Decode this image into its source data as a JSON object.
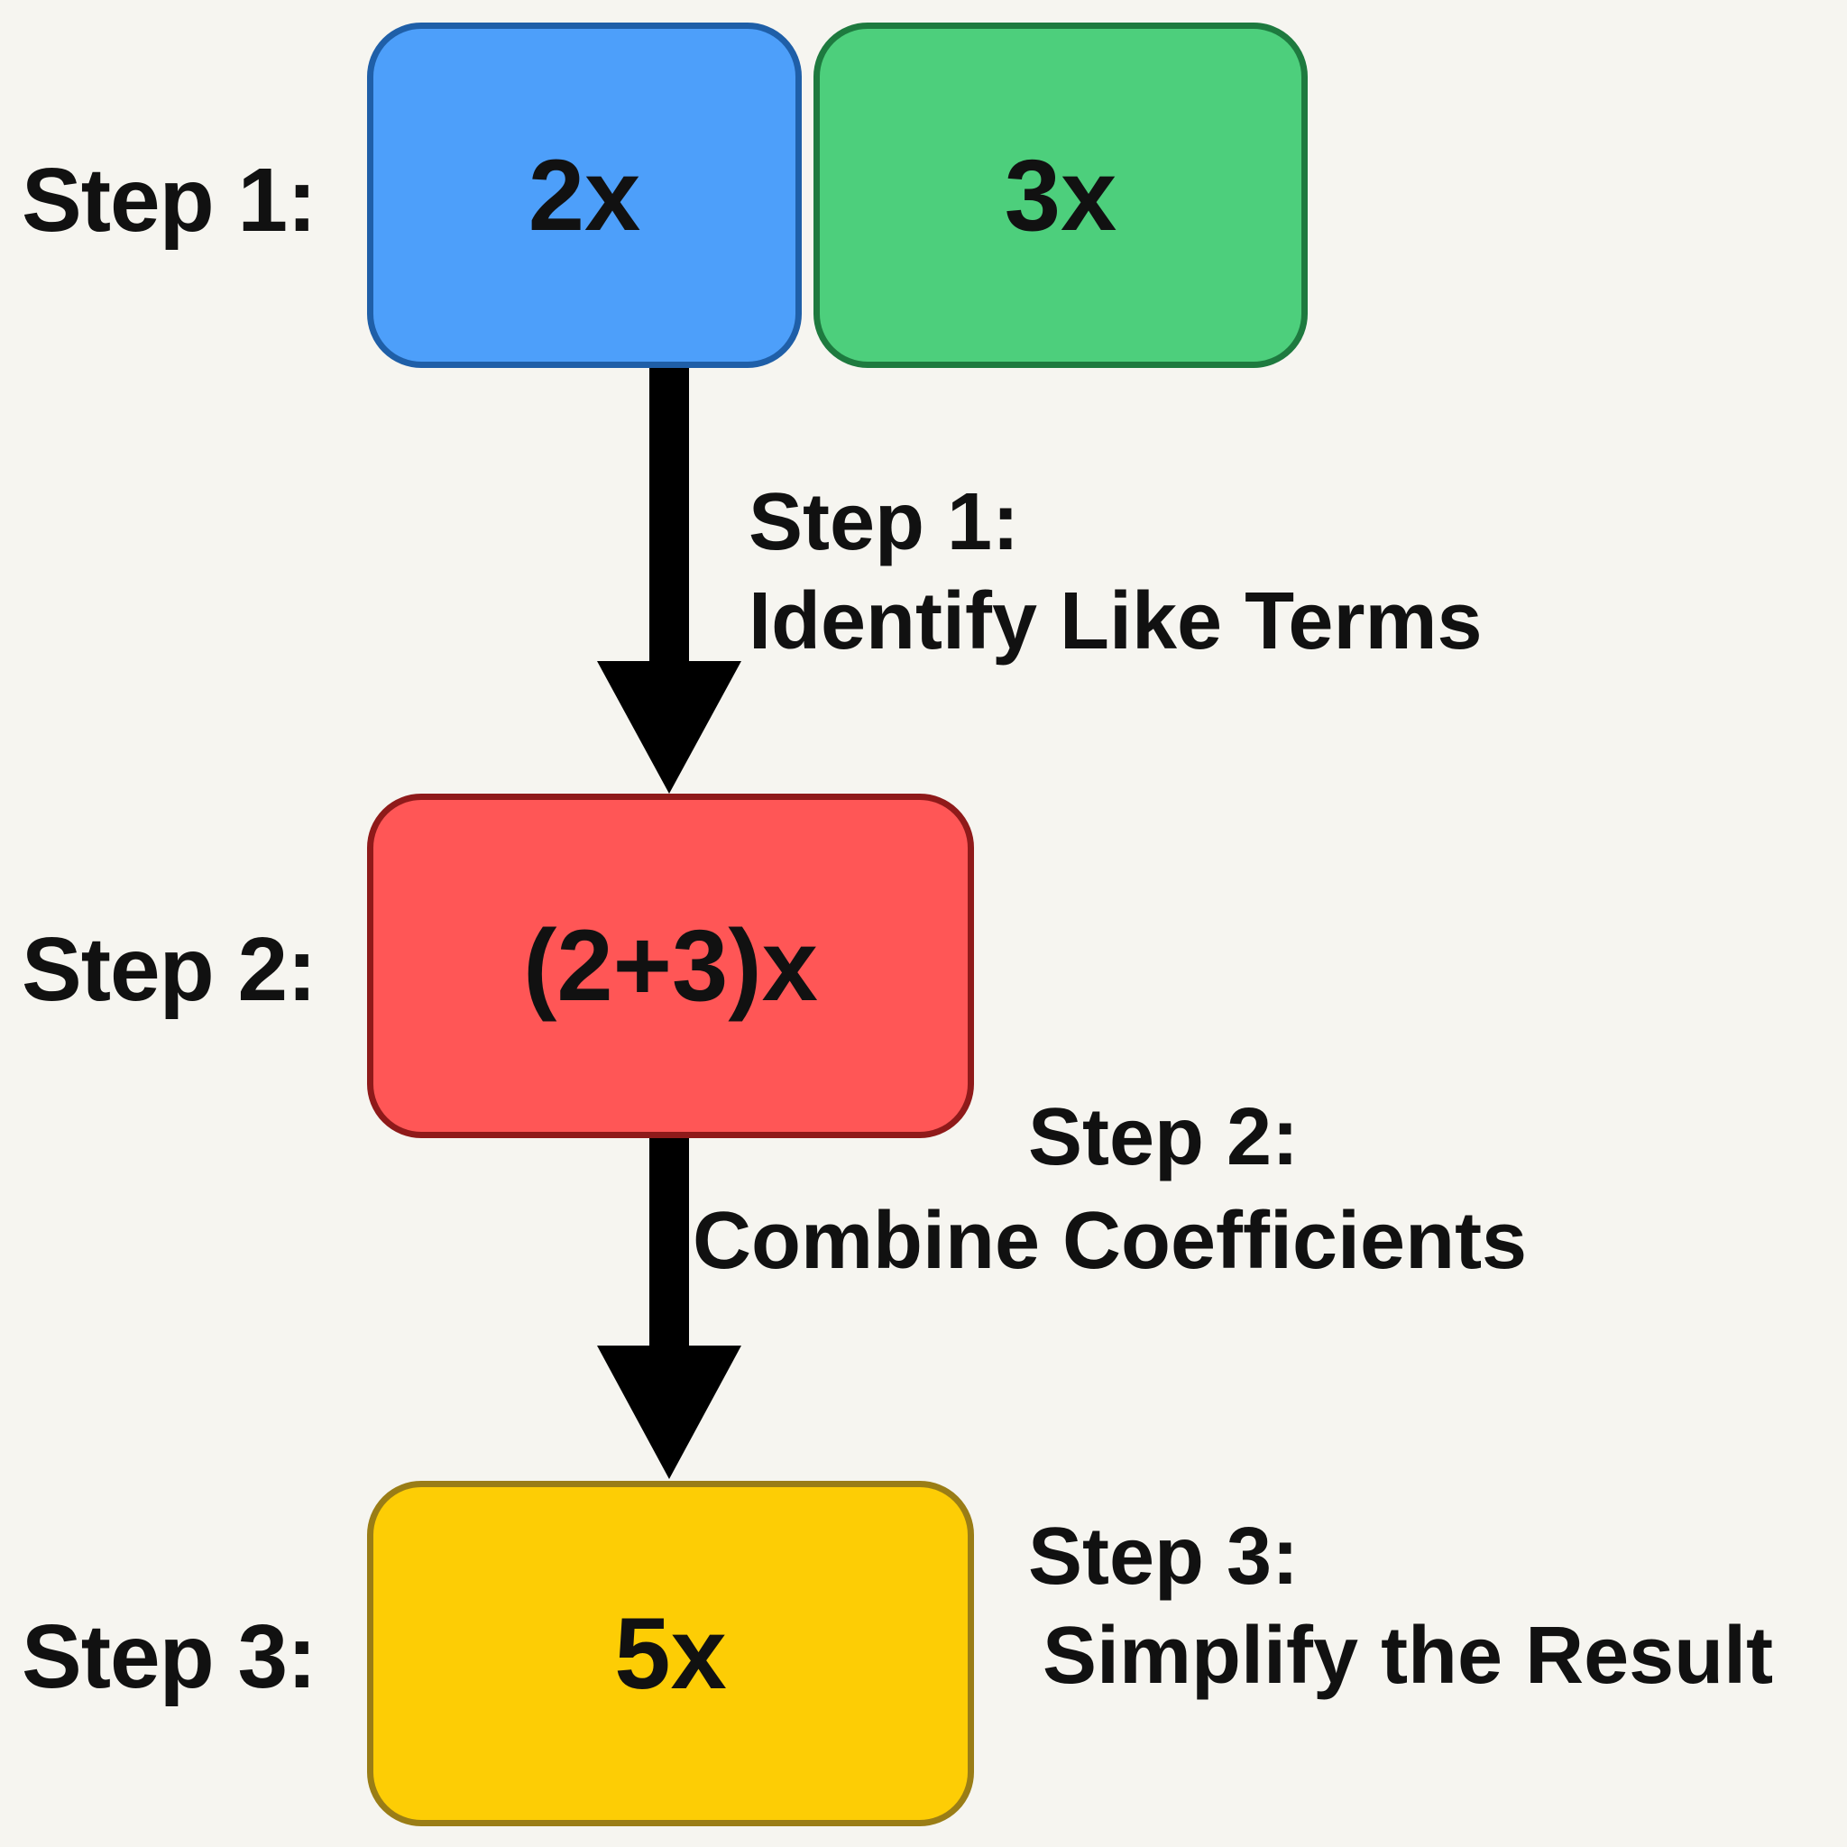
{
  "steps": [
    {
      "label": "Step 1:",
      "boxes": [
        {
          "text": "2x",
          "fill": "#4d9ffa",
          "border": "#1f5fa8"
        },
        {
          "text": "3x",
          "fill": "#4dcf7c",
          "border": "#1e7a3f"
        }
      ],
      "annotation_title": "Step 1:",
      "annotation_text": "Identify Like Terms"
    },
    {
      "label": "Step 2:",
      "boxes": [
        {
          "text": "(2+3)x",
          "fill": "#ff5656",
          "border": "#8f1a1a"
        }
      ],
      "annotation_title": "Step 2:",
      "annotation_text": "Combine Coefficients"
    },
    {
      "label": "Step 3:",
      "boxes": [
        {
          "text": "5x",
          "fill": "#fdcd05",
          "border": "#9a7d16"
        }
      ],
      "annotation_title": "Step 3:",
      "annotation_text": "Simplify the Result"
    }
  ],
  "colors": {
    "background": "#f6f5f0",
    "arrow": "#000000",
    "text": "#111111"
  }
}
